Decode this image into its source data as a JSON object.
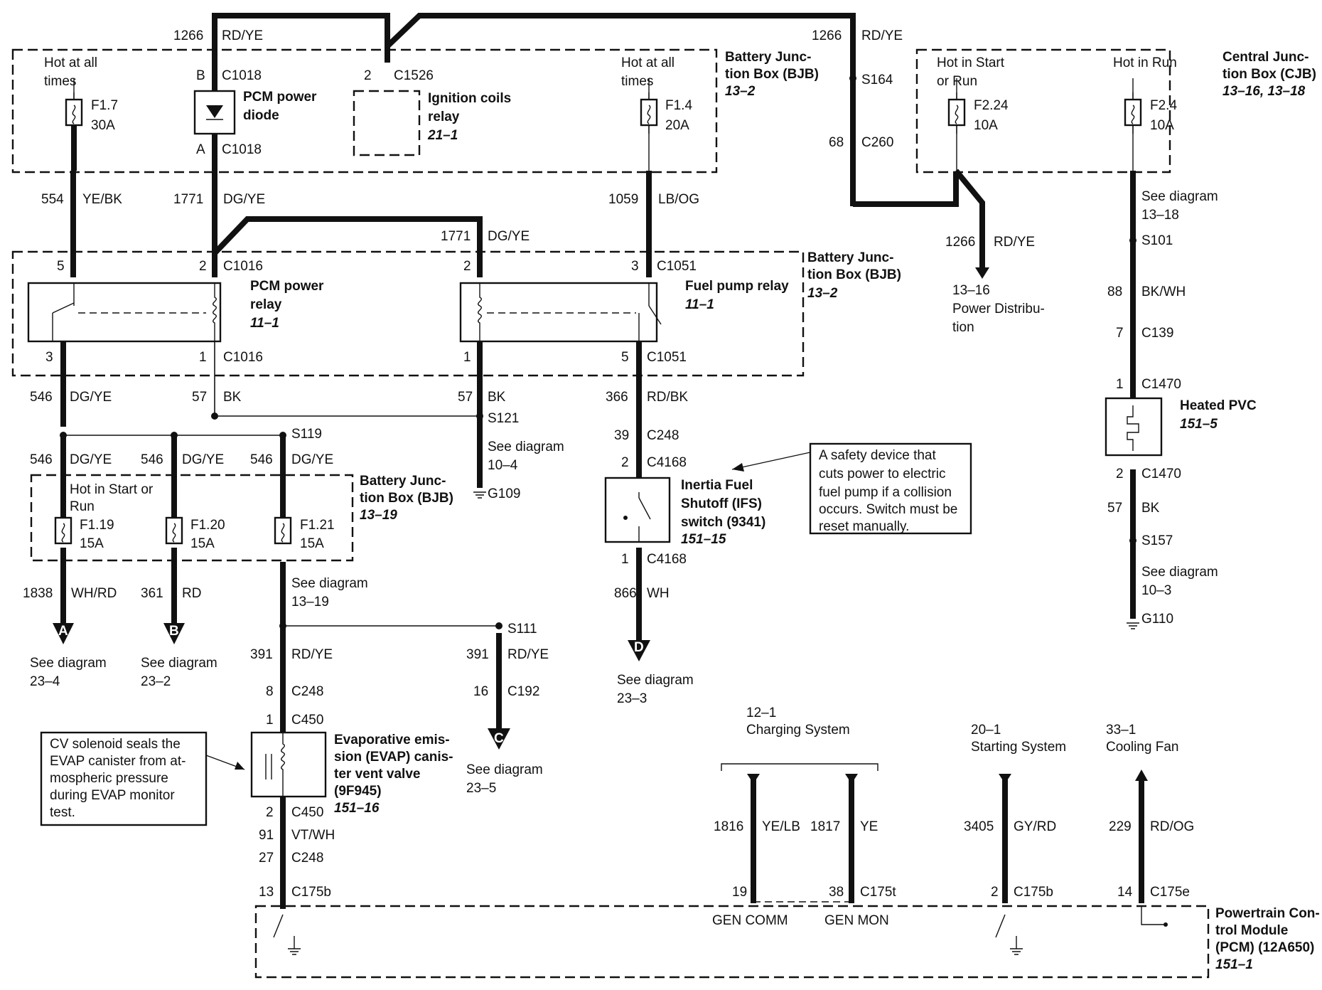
{
  "top": {
    "wire_1266_left": {
      "num": "1266",
      "color": "RD/YE"
    },
    "wire_1266_right": {
      "num": "1266",
      "color": "RD/YE"
    }
  },
  "bjb_top": {
    "title": [
      "Battery Junc-",
      "tion Box (BJB)"
    ],
    "ref": "13–2",
    "hot_left": [
      "Hot at all",
      "times"
    ],
    "hot_right": [
      "Hot at all",
      "times"
    ],
    "fuse_f17": {
      "name": "F1.7",
      "amps": "30A"
    },
    "fuse_f14": {
      "name": "F1.4",
      "amps": "20A"
    },
    "diode": {
      "label": [
        "PCM power",
        "diode"
      ],
      "pin_b": "B",
      "pin_a": "A",
      "conn": "C1018"
    },
    "ign_relay": {
      "label": [
        "Ignition coils",
        "relay"
      ],
      "ref": "21–1",
      "pin": "2",
      "conn": "C1526"
    }
  },
  "cjb": {
    "title": [
      "Central Junc-",
      "tion Box (CJB)"
    ],
    "ref": "13–16, 13–18",
    "hot_start_run": [
      "Hot in Start",
      "or Run"
    ],
    "hot_run": "Hot in Run",
    "fuse_f224": {
      "name": "F2.24",
      "amps": "10A"
    },
    "fuse_f24": {
      "name": "F2.4",
      "amps": "10A"
    }
  },
  "splice_s164": "S164",
  "conn_c260": {
    "pin": "68",
    "conn": "C260"
  },
  "power_dist": {
    "num": "1266",
    "color": "RD/YE",
    "ref": "13–16",
    "label": [
      "Power Distribu-",
      "tion"
    ]
  },
  "mid_wires": {
    "w554": {
      "num": "554",
      "color": "YE/BK"
    },
    "w1771a": {
      "num": "1771",
      "color": "DG/YE"
    },
    "w1771b": {
      "num": "1771",
      "color": "DG/YE"
    },
    "w1059": {
      "num": "1059",
      "color": "LB/OG"
    }
  },
  "bjb_mid": {
    "title": [
      "Battery Junc-",
      "tion Box (BJB)"
    ],
    "ref": "13–2",
    "pcm_relay": {
      "label": [
        "PCM power",
        "relay"
      ],
      "ref": "11–1",
      "conn": "C1016",
      "p5": "5",
      "p2": "2",
      "p3": "3",
      "p1": "1"
    },
    "fp_relay": {
      "label": "Fuel pump relay",
      "ref": "11–1",
      "conn": "C1051",
      "p2": "2",
      "p3": "3",
      "p1": "1",
      "p5": "5"
    }
  },
  "right_col": {
    "see_13_18": [
      "See diagram",
      "13–18"
    ],
    "s101": "S101",
    "w88": {
      "num": "88",
      "color": "BK/WH"
    },
    "c139": {
      "pin": "7",
      "conn": "C139"
    },
    "c1470a": {
      "pin": "1",
      "conn": "C1470"
    },
    "heated_pvc": {
      "label": "Heated PVC",
      "ref": "151–5"
    },
    "c1470b": {
      "pin": "2",
      "conn": "C1470"
    },
    "w57": {
      "num": "57",
      "color": "BK"
    },
    "s157": "S157",
    "see_10_3": [
      "See diagram",
      "10–3"
    ],
    "g110": "G110"
  },
  "lower": {
    "w546a": {
      "num": "546",
      "color": "DG/YE"
    },
    "w57a": {
      "num": "57",
      "color": "BK"
    },
    "w57b": {
      "num": "57",
      "color": "BK"
    },
    "s121": "S121",
    "see_10_4": [
      "See diagram",
      "10–4"
    ],
    "g109": "G109",
    "s119": "S119",
    "w546b": {
      "num": "546",
      "color": "DG/YE"
    },
    "w546c": {
      "num": "546",
      "color": "DG/YE"
    },
    "w546d": {
      "num": "546",
      "color": "DG/YE"
    },
    "w366": {
      "num": "366",
      "color": "RD/BK"
    },
    "c248a": {
      "pin": "39",
      "conn": "C248"
    },
    "c4168a": {
      "pin": "2",
      "conn": "C4168"
    },
    "c4168b": {
      "pin": "1",
      "conn": "C4168"
    },
    "ifs": {
      "label": [
        "Inertia Fuel",
        "Shutoff (IFS)",
        "switch (9341)"
      ],
      "ref": "151–15"
    },
    "note_ifs": [
      "A safety device that",
      "cuts power to electric",
      "fuel pump if a collision",
      "occurs. Switch must be",
      "reset manually."
    ],
    "w866": {
      "num": "866",
      "color": "WH"
    },
    "arrow_d": "D",
    "see_23_3": [
      "See diagram",
      "23–3"
    ]
  },
  "bjb_low": {
    "title": [
      "Battery Junc-",
      "tion Box (BJB)"
    ],
    "ref": "13–19",
    "hot": [
      "Hot in Start or",
      "Run"
    ],
    "f119": {
      "name": "F1.19",
      "amps": "15A"
    },
    "f120": {
      "name": "F1.20",
      "amps": "15A"
    },
    "f121": {
      "name": "F1.21",
      "amps": "15A"
    }
  },
  "bottom_left": {
    "w1838": {
      "num": "1838",
      "color": "WH/RD"
    },
    "w361": {
      "num": "361",
      "color": "RD"
    },
    "arrow_a": "A",
    "arrow_b": "B",
    "see_23_4": [
      "See diagram",
      "23–4"
    ],
    "see_23_2": [
      "See diagram",
      "23–2"
    ],
    "see_13_19": [
      "See diagram",
      "13–19"
    ],
    "s111": "S111",
    "w391a": {
      "num": "391",
      "color": "RD/YE"
    },
    "w391b": {
      "num": "391",
      "color": "RD/YE"
    },
    "c248b": {
      "pin": "8",
      "conn": "C248"
    },
    "c192": {
      "pin": "16",
      "conn": "C192"
    },
    "arrow_c": "C",
    "see_23_5": [
      "See diagram",
      "23–5"
    ],
    "c450a": {
      "pin": "1",
      "conn": "C450"
    },
    "evap": {
      "label": [
        "Evaporative emis-",
        "sion (EVAP) canis-",
        "ter vent valve",
        "(9F945)"
      ],
      "ref": "151–16"
    },
    "note_cv": [
      "CV solenoid seals the",
      "EVAP canister from at-",
      "mospheric pressure",
      "during EVAP monitor",
      "test."
    ],
    "c450b": {
      "pin": "2",
      "conn": "C450"
    },
    "w91": {
      "num": "91",
      "color": "VT/WH"
    },
    "c248c": {
      "pin": "27",
      "conn": "C248"
    },
    "c175b_a": {
      "pin": "13",
      "conn": "C175b"
    }
  },
  "pcm": {
    "title": [
      "Powertrain Con-",
      "trol Module",
      "(PCM) (12A650)"
    ],
    "ref": "151–1",
    "charging": {
      "ref": "12–1",
      "label": "Charging System"
    },
    "starting": {
      "ref": "20–1",
      "label": "Starting System"
    },
    "cooling": {
      "ref": "33–1",
      "label": "Cooling Fan"
    },
    "w1816": {
      "num": "1816",
      "color": "YE/LB"
    },
    "w1817": {
      "num": "1817",
      "color": "YE"
    },
    "w3405": {
      "num": "3405",
      "color": "GY/RD"
    },
    "w229": {
      "num": "229",
      "color": "RD/OG"
    },
    "pin19": "19",
    "pin38": {
      "pin": "38",
      "conn": "C175t"
    },
    "pin2": {
      "pin": "2",
      "conn": "C175b"
    },
    "pin14": {
      "pin": "14",
      "conn": "C175e"
    },
    "gen_comm": "GEN COMM",
    "gen_mon": "GEN MON"
  }
}
